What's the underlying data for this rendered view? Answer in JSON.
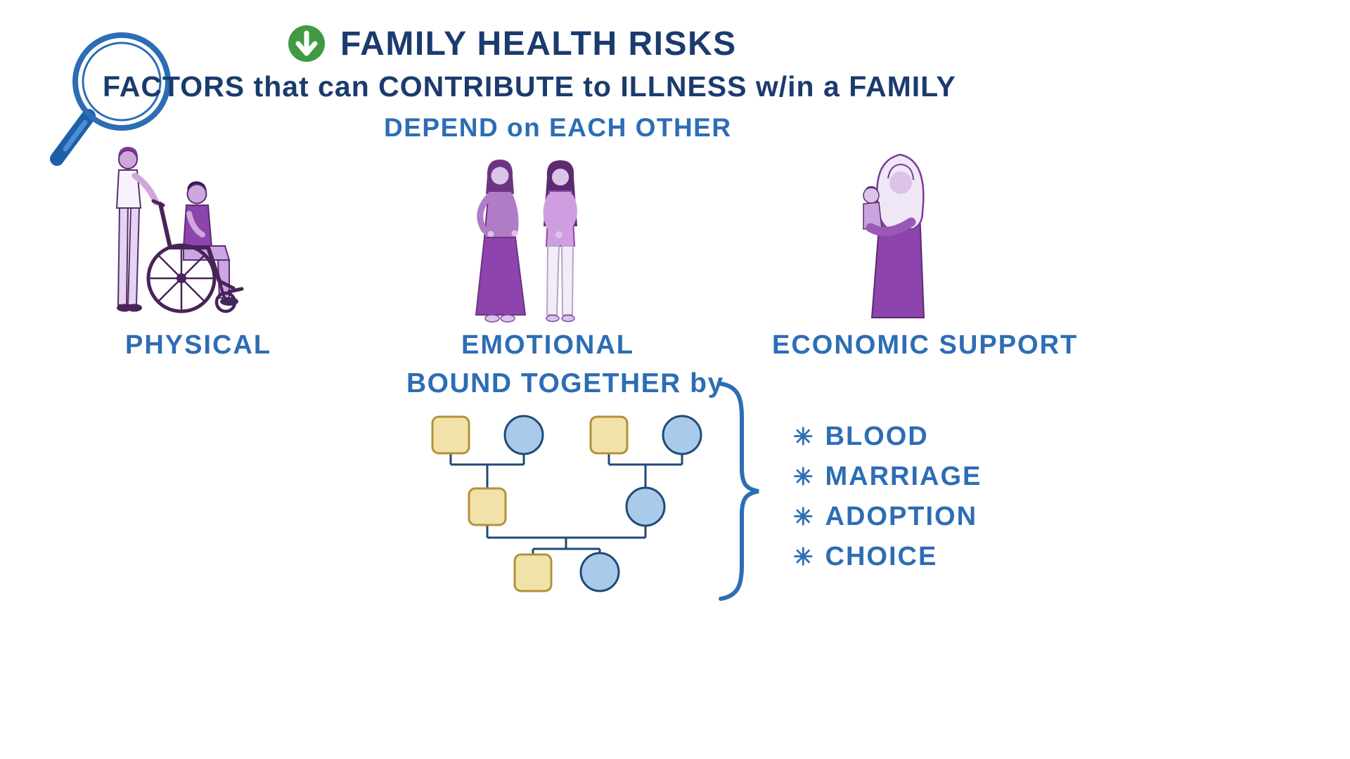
{
  "header": {
    "title": "FAMILY HEALTH RISKS",
    "subtitle": "FACTORS that can CONTRIBUTE to ILLNESS w/in a FAMILY",
    "tagline": "DEPEND on EACH OTHER"
  },
  "factors": [
    {
      "label": "PHYSICAL",
      "illustration": "person-pushing-wheelchair"
    },
    {
      "label": "EMOTIONAL",
      "illustration": "two-women-standing"
    },
    {
      "label": "ECONOMIC SUPPORT",
      "illustration": "mother-holding-baby"
    }
  ],
  "bound": {
    "label": "BOUND TOGETHER by",
    "bullet": "✳",
    "items": [
      "BLOOD",
      "MARRIAGE",
      "ADOPTION",
      "CHOICE"
    ]
  },
  "icons": {
    "header_icon": "down-arrow",
    "corner_icon": "magnifying-glass"
  },
  "pedigree": {
    "male_symbol": "square",
    "female_symbol": "circle",
    "generations": 3,
    "top_couples": 2,
    "bottom_children": 2
  },
  "colors": {
    "navy": "#1b3a6d",
    "blue": "#2d6db5",
    "green": "#3f9a43",
    "square_fill": "#f1e2a9",
    "square_border": "#b3913a",
    "circle_fill": "#a9cbe9",
    "circle_border": "#1e4a7a",
    "purple_dark": "#8e44ad",
    "purple_light": "#cfa7dd"
  }
}
